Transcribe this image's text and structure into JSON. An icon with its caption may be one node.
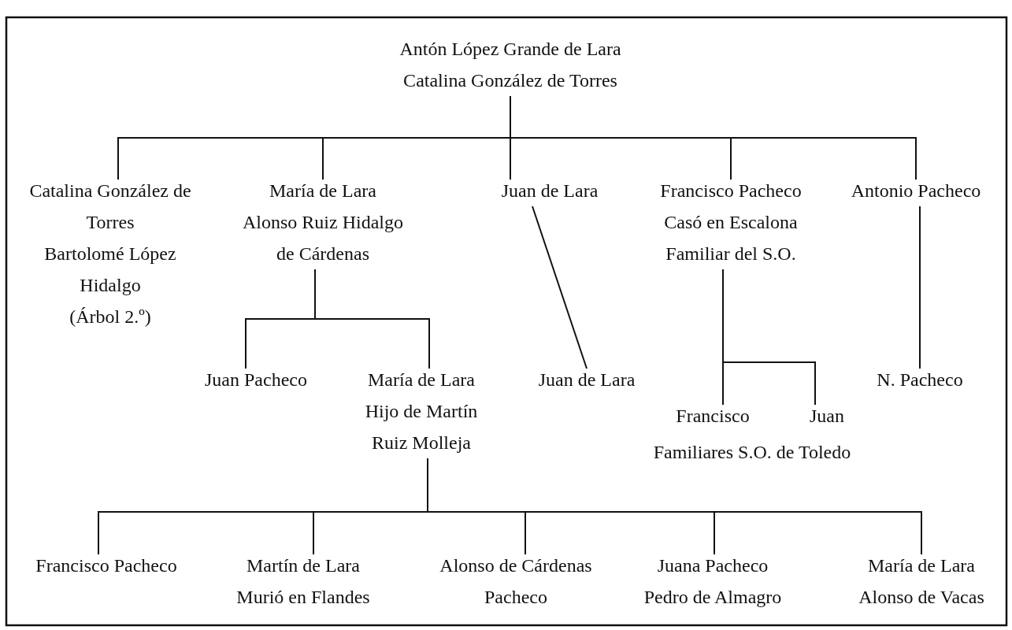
{
  "diagram": {
    "nodes": [
      {
        "text": [
          "Antón López Grande de Lara",
          "Catalina González de Torres"
        ]
      },
      {
        "text": [
          "Catalina González de Torres",
          "Bartolomé López Hidalgo",
          "(Árbol 2.º)"
        ]
      },
      {
        "text": [
          "María de Lara",
          "Alonso Ruiz Hidalgo de Cárdenas"
        ]
      },
      {
        "text": [
          "Juan de Lara"
        ]
      },
      {
        "text": [
          "Francisco Pacheco",
          "Casó en Escalona",
          "Familiar del S.O."
        ]
      },
      {
        "text": [
          "Antonio Pacheco"
        ]
      },
      {
        "text": [
          "Juan Pacheco"
        ]
      },
      {
        "text": [
          "María de Lara",
          "Hijo de Martín Ruiz Molleja"
        ]
      },
      {
        "text": [
          "Juan de Lara"
        ]
      },
      {
        "text": [
          "Francisco"
        ]
      },
      {
        "text": [
          "Juan"
        ]
      },
      {
        "text": [
          "N. Pacheco"
        ]
      },
      {
        "text": [
          "Francisco Pacheco"
        ]
      },
      {
        "text": [
          "Martín de Lara",
          "Murió en Flandes"
        ]
      },
      {
        "text": [
          "Alonso de Cárdenas Pacheco"
        ]
      },
      {
        "text": [
          "Juana Pacheco",
          "Pedro de Almagro"
        ]
      },
      {
        "text": [
          "María de Lara",
          "Alonso de Vacas"
        ]
      }
    ],
    "edges": [
      {
        "from": 0,
        "to": 1,
        "arrow": "none"
      },
      {
        "from": 0,
        "to": 2,
        "arrow": "none"
      },
      {
        "from": 0,
        "to": 3,
        "arrow": "none"
      },
      {
        "from": 0,
        "to": 4,
        "arrow": "none"
      },
      {
        "from": 0,
        "to": 5,
        "arrow": "none"
      },
      {
        "from": 2,
        "to": 6,
        "arrow": "none"
      },
      {
        "from": 2,
        "to": 7,
        "arrow": "none"
      },
      {
        "from": 3,
        "to": 8,
        "arrow": "none"
      },
      {
        "from": 4,
        "to": 9,
        "arrow": "none"
      },
      {
        "from": 4,
        "to": 10,
        "arrow": "none"
      },
      {
        "from": 5,
        "to": 11,
        "arrow": "none"
      },
      {
        "from": 7,
        "to": 12,
        "arrow": "none"
      },
      {
        "from": 7,
        "to": 13,
        "arrow": "none"
      },
      {
        "from": 7,
        "to": 14,
        "arrow": "none"
      },
      {
        "from": 7,
        "to": 15,
        "arrow": "none"
      },
      {
        "from": 7,
        "to": 16,
        "arrow": "none"
      }
    ],
    "labels": [
      "Familiares S.O. de Toledo"
    ]
  }
}
